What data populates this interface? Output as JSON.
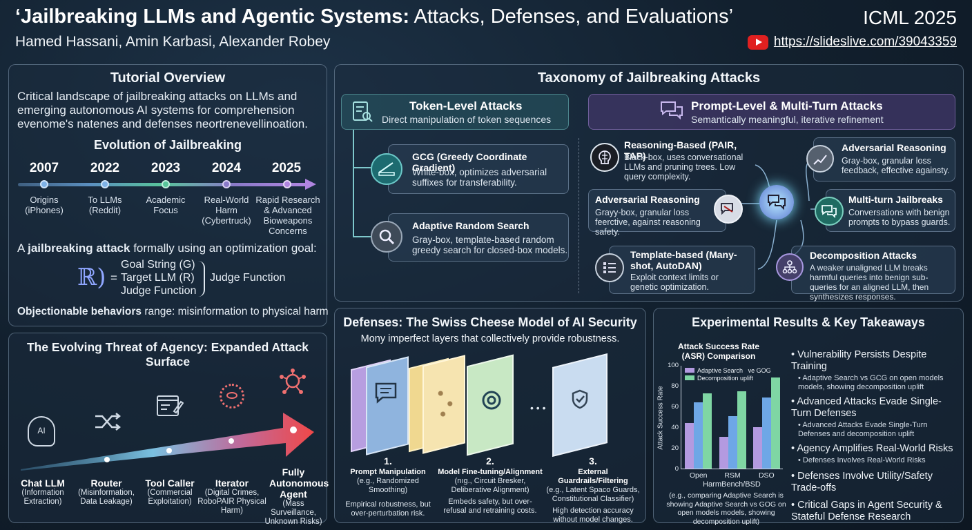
{
  "header": {
    "title_bold": "‘Jailbreaking LLMs and Agentic Systems:",
    "title_rest": " Attacks, Defenses, and Evaluations’",
    "venue": "ICML 2025",
    "authors": "Hamed Hassani, Amin Karbasi, Alexander Robey",
    "link": "https://slideslive.com/39043359"
  },
  "overview": {
    "title": "Tutorial Overview",
    "intro": "Critical landscape of jailbreaking attacks on LLMs and emerging autonomous AI systems for comprehension evenome's natenes and defenses neortrenevellinoation.",
    "evolution_title": "Evolution of Jailbreaking",
    "timeline": [
      {
        "year": "2007",
        "label": "Origins (iPhones)"
      },
      {
        "year": "2022",
        "label": "To LLMs (Reddit)"
      },
      {
        "year": "2023",
        "label": "Academic Focus"
      },
      {
        "year": "2024",
        "label": "Real-World Harm (Cybertruck)"
      },
      {
        "year": "2025",
        "label": "Rapid Research & Advanced Bioweapons Concerns"
      }
    ],
    "def_pre": "A ",
    "def_bold": "jailbreaking attack",
    "def_post": " formally using an optimization goal:",
    "symbol": "ℝ)",
    "eq": "=",
    "formula": [
      "Goal String (G)",
      "Target LLM (R)",
      "Judge Function"
    ],
    "judge": "Judge Function",
    "objectionable_bold": "Objectionable behaviors",
    "objectionable_rest": " range: misinformation to physical harm"
  },
  "agency": {
    "title": "The Evolving Threat of Agency: Expanded Attack Surface",
    "icon_text": "AI",
    "stages": [
      {
        "name": "Chat LLM",
        "desc": "(Information Extraction)"
      },
      {
        "name": "Router",
        "desc": "(Misinformation, Data Leakage)"
      },
      {
        "name": "Tool Caller",
        "desc": "(Commercial Exploitation)"
      },
      {
        "name": "Iterator",
        "desc": "(Digital Crimes, RoboPAIR Physical Harm)"
      },
      {
        "name": "Fully Autonomous Agent",
        "desc": "(Mass Surveillance, Unknown Risks)"
      }
    ]
  },
  "taxonomy": {
    "title": "Taxonomy of Jailbreaking Attacks",
    "token": {
      "title": "Token-Level Attacks",
      "sub": "Direct manipulation of token sequences",
      "items": [
        {
          "title": "GCG (Greedy Coordinate Gradient)",
          "desc": "White-box, optimizes adversarial suffixes for transferability."
        },
        {
          "title": "Adaptive Random Search",
          "desc": "Gray-box, template-based random greedy search for closed-box models."
        }
      ]
    },
    "prompt": {
      "title": "Prompt-Level & Multi-Turn Attacks",
      "sub": "Semantically meaningful, iterative refinement",
      "items": [
        {
          "title": "Reasoning-Based (PAIR, TAP)",
          "desc": "Black-box, uses conversational LLMs and pruning trees. Low query complexity."
        },
        {
          "title": "Adversarial Reasoning",
          "desc": "Grayy-box, granular loss feerctive, against reasoning safety."
        },
        {
          "title": "Template-based (Many-shot, AutoDAN)",
          "desc": "Exploit context limits or genetic optimization."
        },
        {
          "title": "Adversarial Reasoning",
          "desc": "Gray-box, granular loss feedback, effective againsty."
        },
        {
          "title": "Multi-turn Jailbreaks",
          "desc": "Conversations with benign prompts to bypass guards."
        },
        {
          "title": "Decomposition Attacks",
          "desc": "A weaker unaligned LLM breaks harmful queries into benign sub-queries for an aligned LLM, then synthesizes responses."
        }
      ]
    }
  },
  "defenses": {
    "title": "Defenses: The Swiss Cheese Model of AI Security",
    "sub": "Mony imperfect layers that collectively provide robustness.",
    "ellipsis": "• • •",
    "layers": [
      {
        "num": "1.",
        "title": "Prompt Manipulation",
        "paren": "(e.g., Randomized Smoothing)",
        "desc": "Empirical robustness, but over-perturbation risk."
      },
      {
        "num": "2.",
        "title": "Model Fine-tuning/Alignment",
        "paren": "(nıg., Circuit Bresker, Deliberative Alignment)",
        "desc": "Embeds safety, but over-refusal and retraining costs."
      },
      {
        "num": "3.",
        "title": "External Guardrails/Filtering",
        "paren": "(e.g., Latent Spaco Guards, Constitutional Classifier)",
        "desc": "High detection accuracy without model changes."
      }
    ]
  },
  "results": {
    "title": "Experimental Results & Key Takeaways",
    "takeaways": [
      {
        "main": "Vulnerability Persists Despite Training",
        "sub": "Adaptive Search vs GCG on open models models, showing decomposition uplift"
      },
      {
        "main": "Advanced Attacks Evade Single-Turn Defenses",
        "sub": "Advanced Attacks Evade Single-Turn Defenses and decomposition uplift"
      },
      {
        "main": "Agency Amplifies Real-World Risks",
        "sub": "Defenses Involves Real-World Risks"
      },
      {
        "main": "Defenses Involve Utility/Safety Trade-offs",
        "sub": ""
      },
      {
        "main": "Critical Gaps in Agent Security & Stateful Defense Research",
        "sub": ""
      }
    ]
  },
  "chart_data": {
    "type": "bar",
    "title": "Attack Success Rate (ASR) Comparison",
    "xlabel": "HarmBench/BSD",
    "ylabel": "Attack Success Rate",
    "ylim": [
      0,
      100
    ],
    "yticks": [
      0,
      20,
      40,
      60,
      80,
      100
    ],
    "categories": [
      "Open",
      "RSM",
      "DSO"
    ],
    "legend": [
      "Adaptive Search",
      "ve GOG",
      "Decomposition uplift"
    ],
    "legend_position": "top-left",
    "series": [
      {
        "name": "Adaptive Search",
        "color": "#b39ae0",
        "values": [
          44,
          31,
          40
        ]
      },
      {
        "name": "ve GOG",
        "color": "#6ea7e6",
        "values": [
          64,
          51,
          69
        ]
      },
      {
        "name": "Decomposition uplift",
        "color": "#7fd6a4",
        "values": [
          73,
          75,
          88
        ]
      }
    ],
    "caption": "(e.g., comparing Adaptive Search is showing Adaptive Search vs GOG on open models models, showing decomposition uplift)"
  }
}
